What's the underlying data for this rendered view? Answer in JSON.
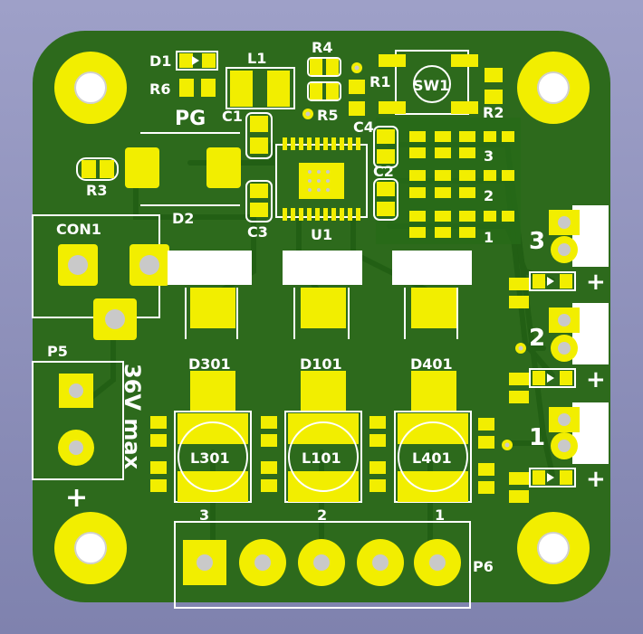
{
  "board": {
    "colors": {
      "background": "#8f92bb",
      "soldermask": "#2d6a1c",
      "copper": "#246516",
      "pad": "#f2ee00",
      "silkscreen": "#ffffff",
      "drill": "#c9c9c9"
    }
  },
  "labels": {
    "d1": "D1",
    "r6": "R6",
    "l1": "L1",
    "r4": "R4",
    "r5": "R5",
    "r1": "R1",
    "sw1": "SW1",
    "r2": "R2",
    "pg": "PG",
    "c1": "C1",
    "c4": "C4",
    "c2": "C2",
    "c3": "C3",
    "r3": "R3",
    "d2": "D2",
    "u1": "U1",
    "con1": "CON1",
    "p5": "P5",
    "vmax": "36V max",
    "plus": "+",
    "d301": "D301",
    "d101": "D101",
    "d401": "D401",
    "l301": "L301",
    "l101": "L101",
    "l401": "L401",
    "p6": "P6",
    "n3": "3",
    "n2": "2",
    "n1": "1"
  }
}
